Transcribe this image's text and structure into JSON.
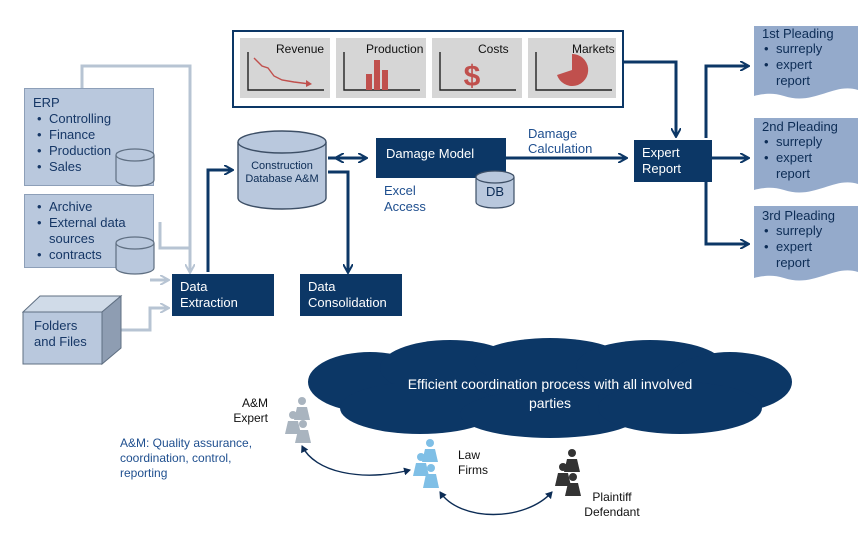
{
  "sources": {
    "erp": {
      "title": "ERP",
      "items": [
        "Controlling",
        "Finance",
        "Production",
        "Sales"
      ]
    },
    "archive": {
      "items": [
        "Archive",
        "External data sources",
        "contracts"
      ]
    },
    "folders": {
      "label": "Folders and Files"
    }
  },
  "charts": [
    {
      "label": "Revenue",
      "icon": "declining-line-chart-icon"
    },
    {
      "label": "Production",
      "icon": "bar-chart-icon"
    },
    {
      "label": "Costs",
      "icon": "dollar-icon"
    },
    {
      "label": "Markets",
      "icon": "pie-chart-icon"
    }
  ],
  "nodes": {
    "data_extraction": "Data Extraction",
    "data_consolidation": "Data Consolidation",
    "construction_db": "Construction Database A&M",
    "damage_model": "Damage Model",
    "db": "DB",
    "excel_access": "Excel Access",
    "damage_calculation": "Damage Calculation",
    "expert_report": "Expert Report"
  },
  "pleadings": [
    {
      "title": "1st Pleading",
      "items": [
        "surreply",
        "expert report"
      ]
    },
    {
      "title": "2nd Pleading",
      "items": [
        "surreply",
        "expert report"
      ]
    },
    {
      "title": "3rd Pleading",
      "items": [
        "surreply",
        "expert report"
      ]
    }
  ],
  "coordination": {
    "cloud_text": "Efficient coordination process with all involved parties",
    "am_expert": "A&M Expert",
    "am_note": "A&M: Quality assurance, coordination, control, reporting",
    "law_firms": "Law Firms",
    "plaintiff_defendant": "Plaintiff Defendant"
  },
  "colors": {
    "dark_blue": "#0c3766",
    "light_blue": "#b9c8dd",
    "arrow_gray": "#b7c4d3",
    "chart_red": "#c0504d",
    "people_light": "#7fbfe6",
    "people_gray": "#a9b4bf",
    "people_dark": "#333333"
  }
}
